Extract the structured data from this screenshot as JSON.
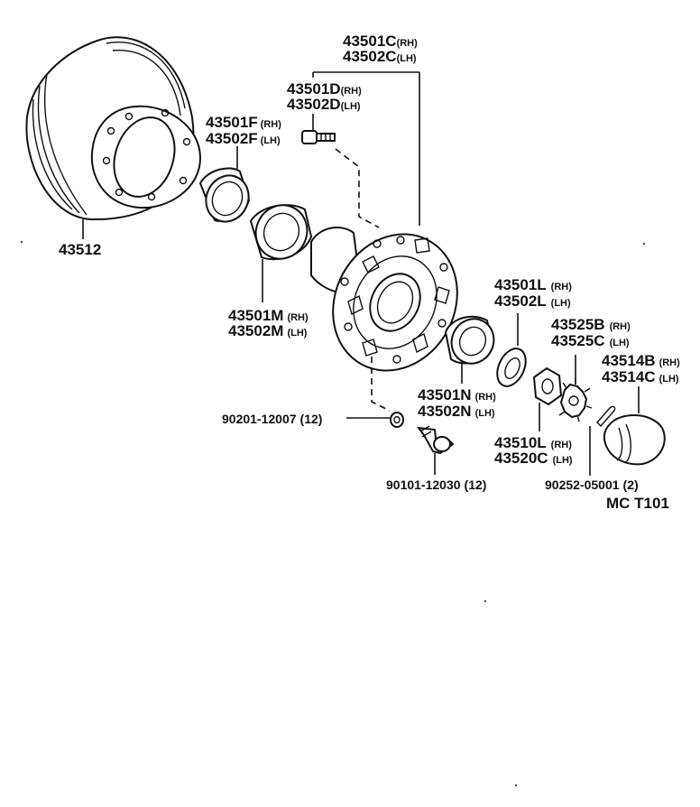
{
  "diagram_id": "MC T101",
  "labels": {
    "rotor": {
      "pn": "43512"
    },
    "hub_rh": {
      "pn": "43501C",
      "side": "(RH)"
    },
    "hub_lh": {
      "pn": "43502C",
      "side": "(LH)"
    },
    "bolt_rh": {
      "pn": "43501D",
      "side": "(RH)"
    },
    "bolt_lh": {
      "pn": "43502D",
      "side": "(LH)"
    },
    "seal_rh": {
      "pn": "43501F",
      "side": "(RH)"
    },
    "seal_lh": {
      "pn": "43502F",
      "side": "(LH)"
    },
    "inner_bearing_rh": {
      "pn": "43501M",
      "side": "(RH)"
    },
    "inner_bearing_lh": {
      "pn": "43502M",
      "side": "(LH)"
    },
    "outer_bearing_rh": {
      "pn": "43501N",
      "side": "(RH)"
    },
    "outer_bearing_lh": {
      "pn": "43502N",
      "side": "(LH)"
    },
    "washer_rh": {
      "pn": "43501L",
      "side": "(RH)"
    },
    "washer_lh": {
      "pn": "43502L",
      "side": "(LH)"
    },
    "lock_cap_rh": {
      "pn": "43525B",
      "side": "(RH)"
    },
    "lock_cap_lh": {
      "pn": "43525C",
      "side": "(LH)"
    },
    "grease_cap_rh": {
      "pn": "43514B",
      "side": "(RH)"
    },
    "grease_cap_lh": {
      "pn": "43514C",
      "side": "(LH)"
    },
    "nut_rh": {
      "pn": "43510L",
      "side": "(RH)"
    },
    "nut_lh": {
      "pn": "43520C",
      "side": "(LH)"
    },
    "hub_washer": {
      "pn": "90201-12007",
      "qty": "(12)"
    },
    "hub_bolt": {
      "pn": "90101-12030",
      "qty": "(12)"
    },
    "cotter_pin": {
      "pn": "90252-05001",
      "qty": "(2)"
    }
  }
}
